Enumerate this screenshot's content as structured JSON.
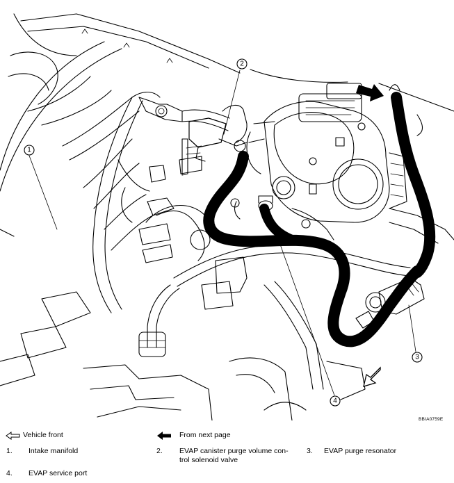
{
  "figure": {
    "code": "BBIA0759E",
    "callouts": [
      "1",
      "2",
      "3",
      "4"
    ]
  },
  "legend": {
    "vehicle_front_label": "Vehicle front",
    "from_next_page_label": "From next page",
    "symbols": {
      "vehicle_front": "outline-arrow-icon",
      "from_next_page": "solid-arrow-icon"
    },
    "items": [
      {
        "num": "1.",
        "label": "Intake manifold"
      },
      {
        "num": "2.",
        "label_line1": "EVAP canister purge volume con-",
        "label_line2": "trol solenoid valve"
      },
      {
        "num": "3.",
        "label": "EVAP purge resonator"
      },
      {
        "num": "4.",
        "label": "EVAP service port"
      }
    ]
  }
}
